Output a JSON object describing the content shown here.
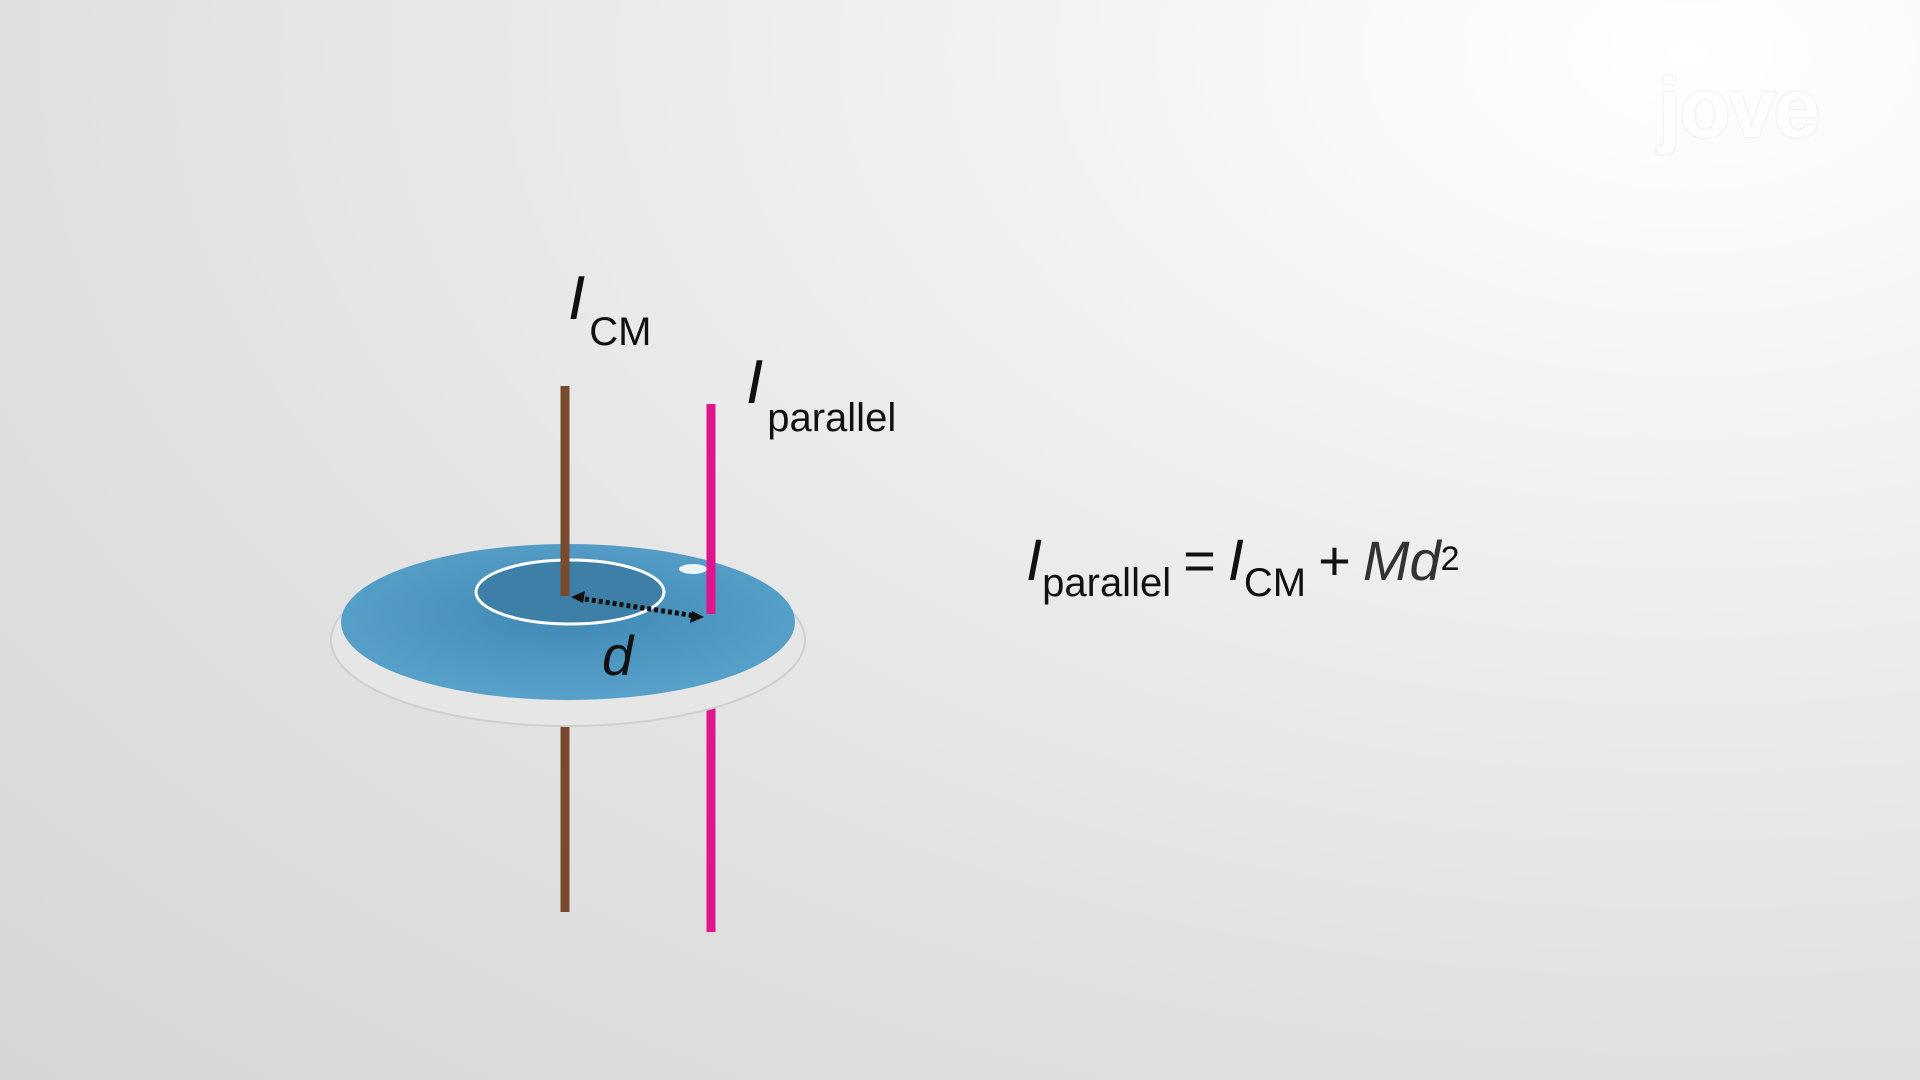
{
  "labels": {
    "i_symbol": "I",
    "cm_subscript": "CM",
    "parallel_subscript": "parallel",
    "distance": "d"
  },
  "equation": {
    "lhs_symbol": "I",
    "lhs_subscript": "parallel",
    "equals": "=",
    "term1_symbol": "I",
    "term1_subscript": "CM",
    "plus": "+",
    "term2": "Md",
    "term2_exponent": "2"
  },
  "logo": {
    "text": "jove"
  },
  "colors": {
    "disk_top": "#4d97c2",
    "disk_rim": "#e8e8e8",
    "cm_axis": "#7a4a2e",
    "parallel_axis": "#e0148c",
    "parallel_glow": "#f4f410"
  }
}
